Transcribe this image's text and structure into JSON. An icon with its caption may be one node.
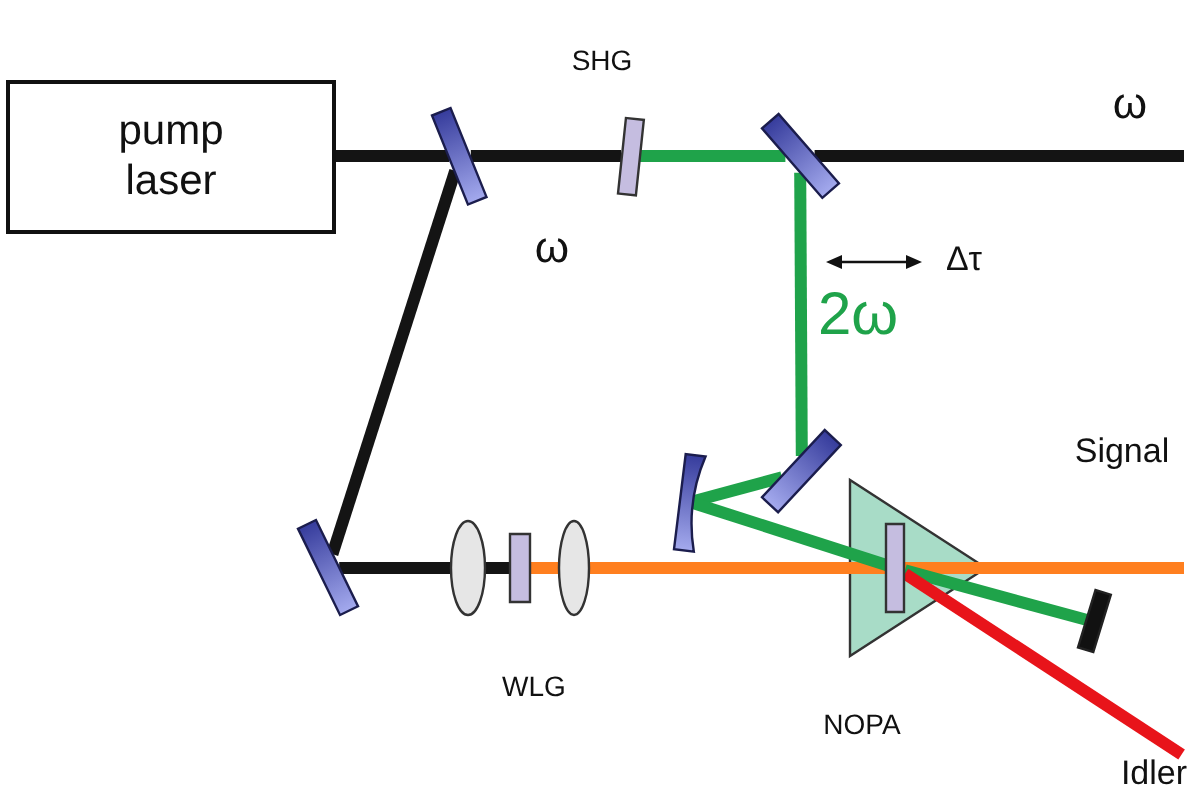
{
  "diagram": {
    "nodes": [
      {
        "text": [
          "pump laser"
        ]
      },
      {
        "text": [],
        "shape": "bar"
      },
      {
        "text": [],
        "shape": "bar",
        "beside": [
          "SHG"
        ]
      },
      {
        "text": [],
        "shape": "bar"
      },
      {
        "text": [],
        "shape": "bar"
      },
      {
        "text": [],
        "shape": "ellipse"
      },
      {
        "text": [],
        "shape": "bar",
        "beside": [
          "WLG"
        ]
      },
      {
        "text": [],
        "shape": "ellipse"
      },
      {
        "text": [],
        "shape": "bar"
      },
      {
        "text": [],
        "shape": "bar"
      },
      {
        "text": [],
        "shape": "triangle",
        "beside": [
          "NOPA"
        ]
      },
      {
        "text": [],
        "shape": "bar",
        "in": 10
      },
      {
        "text": [],
        "shape": "bar"
      },
      {
        "text": [
          "Idler"
        ]
      }
    ],
    "edges": [
      {
        "from": 0,
        "to": 1,
        "arrow": "none"
      },
      {
        "from": 1,
        "to": 2,
        "arrow": "none"
      },
      {
        "from": 2,
        "to": 3,
        "arrow": "none",
        "color": "#1fa34a"
      },
      {
        "from": 3,
        "to": null,
        "arrow": "none"
      },
      {
        "from": 1,
        "to": 4,
        "arrow": "none"
      },
      {
        "from": 4,
        "to": 5,
        "arrow": "none"
      },
      {
        "from": 5,
        "to": 6,
        "arrow": "none"
      },
      {
        "from": 6,
        "to": 7,
        "arrow": "none",
        "color": "#ff7f1f"
      },
      {
        "from": 7,
        "to": 11,
        "arrow": "none",
        "color": "#ff7f1f"
      },
      {
        "from": 11,
        "to": null,
        "arrow": "none",
        "color": "#ff7f1f"
      },
      {
        "from": 3,
        "to": 9,
        "arrow": "none",
        "color": "#1fa34a"
      },
      {
        "from": 9,
        "to": 8,
        "arrow": "none",
        "color": "#1fa34a"
      },
      {
        "from": 8,
        "to": 11,
        "arrow": "none",
        "color": "#1fa34a"
      },
      {
        "from": 11,
        "to": 12,
        "arrow": "none",
        "color": "#1fa34a"
      },
      {
        "from": 11,
        "to": 13,
        "arrow": "none",
        "color": "#e8141a"
      }
    ],
    "labels": [
      "ω",
      "ω",
      "Δτ",
      "2ω",
      "Signal"
    ]
  }
}
